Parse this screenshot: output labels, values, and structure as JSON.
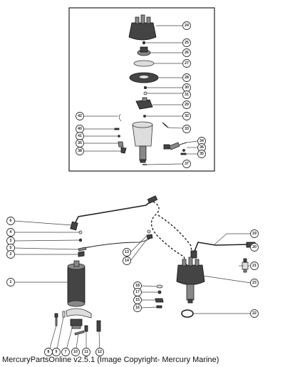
{
  "caption": "MercuryPartsOnline v2.5.1 (Image Copyright- Mercury Marine)",
  "callouts_upper": [
    "24",
    "25",
    "26",
    "27",
    "28",
    "30",
    "31",
    "29",
    "32",
    "33",
    "42",
    "40",
    "41",
    "35",
    "38",
    "34",
    "36",
    "35",
    "37"
  ],
  "callouts_lower": [
    "6",
    "4",
    "3",
    "5",
    "2",
    "1",
    "13",
    "14",
    "19",
    "20",
    "21",
    "23",
    "18",
    "17",
    "15",
    "16",
    "22",
    "8",
    "9",
    "7",
    "10",
    "11",
    "12"
  ],
  "colors": {
    "line": "#222222",
    "background": "#ffffff"
  }
}
